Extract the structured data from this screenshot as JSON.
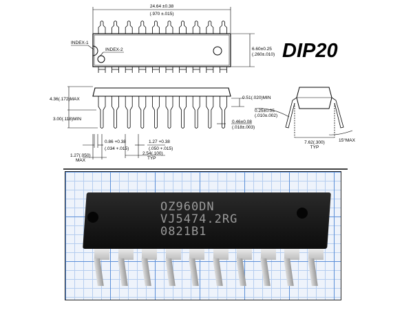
{
  "title": "DIP20",
  "top_view": {
    "length": "24.64 ±0.38",
    "length_in": "(.970 ±.015)",
    "width": "6.60±0.25",
    "width_in": "(.260±.010)",
    "index1": "INDEX-1",
    "index2": "INDEX-2"
  },
  "side_view": {
    "height_max": "4.36(.172)MAX",
    "lead_min": "3.00(.118)MIN",
    "standoff": "0.51(.020)MIN",
    "lead_width": "0.46±0.08",
    "lead_width_in": "(.018±.003)",
    "shoulder": "0.86 +0.38",
    "shoulder_in": "(.034 +.015)",
    "shoulder2": "1.27 +0.38",
    "shoulder2_in": "(.050 +.015)",
    "end_offset": "1.27(.050)",
    "end_offset_note": "MAX",
    "pitch": "2.54(.100)",
    "pitch_note": "TYP"
  },
  "end_view": {
    "thickness": "0.25±0.05",
    "thickness_in": "(.010±.002)",
    "row_spacing": "7.62(.300)",
    "row_spacing_note": "TYP",
    "angle": "15°MAX"
  },
  "photo": {
    "marking_line1": "OZ960DN",
    "marking_line2": "VJ5474.2RG",
    "marking_line3": "0821B1"
  }
}
